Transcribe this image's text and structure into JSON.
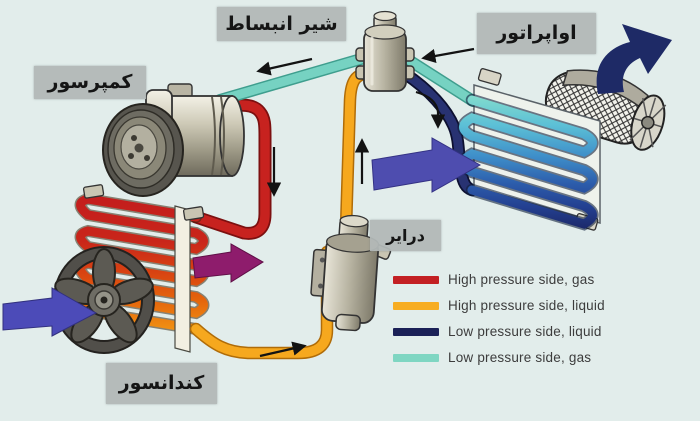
{
  "diagram": {
    "title_hidden_note": "",
    "labels": {
      "compressor": "کمپرسور",
      "expansion_valve": "شیر انبساط",
      "evaporator": "اواپراتور",
      "drier": "درایر",
      "condenser": "کندانسور"
    },
    "legend": [
      {
        "label": "High pressure side, gas",
        "color": "#c32023"
      },
      {
        "label": "High pressure side, liquid",
        "color": "#f7ad22"
      },
      {
        "label": "Low pressure side, liquid",
        "color": "#1b2157"
      },
      {
        "label": "Low pressure side, gas",
        "color": "#7fd6c2"
      }
    ],
    "pipe_colors": {
      "high_pressure_gas": "#c7221f",
      "high_pressure_liquid": "#f6a81e",
      "low_pressure_liquid": "#283272",
      "low_pressure_gas": "#76d2c2"
    }
  }
}
